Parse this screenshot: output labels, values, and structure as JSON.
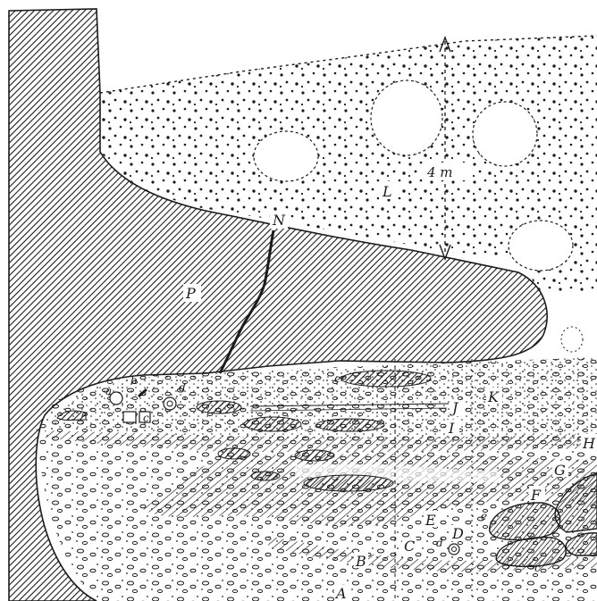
{
  "figure": {
    "colors": {
      "ink": "#1b1b1b",
      "paper": "#ffffff"
    },
    "labels": {
      "A": "A",
      "B": "B",
      "C": "C",
      "D": "D",
      "E": "E",
      "F": "F",
      "G": "G",
      "H": "H",
      "I": "I",
      "J": "J",
      "K": "K",
      "L": "L",
      "N": "N",
      "P": "P"
    },
    "small_labels": {
      "a": "a",
      "b": "b",
      "c": "c",
      "d": "d",
      "e": "e"
    },
    "measurement": "4 m"
  }
}
